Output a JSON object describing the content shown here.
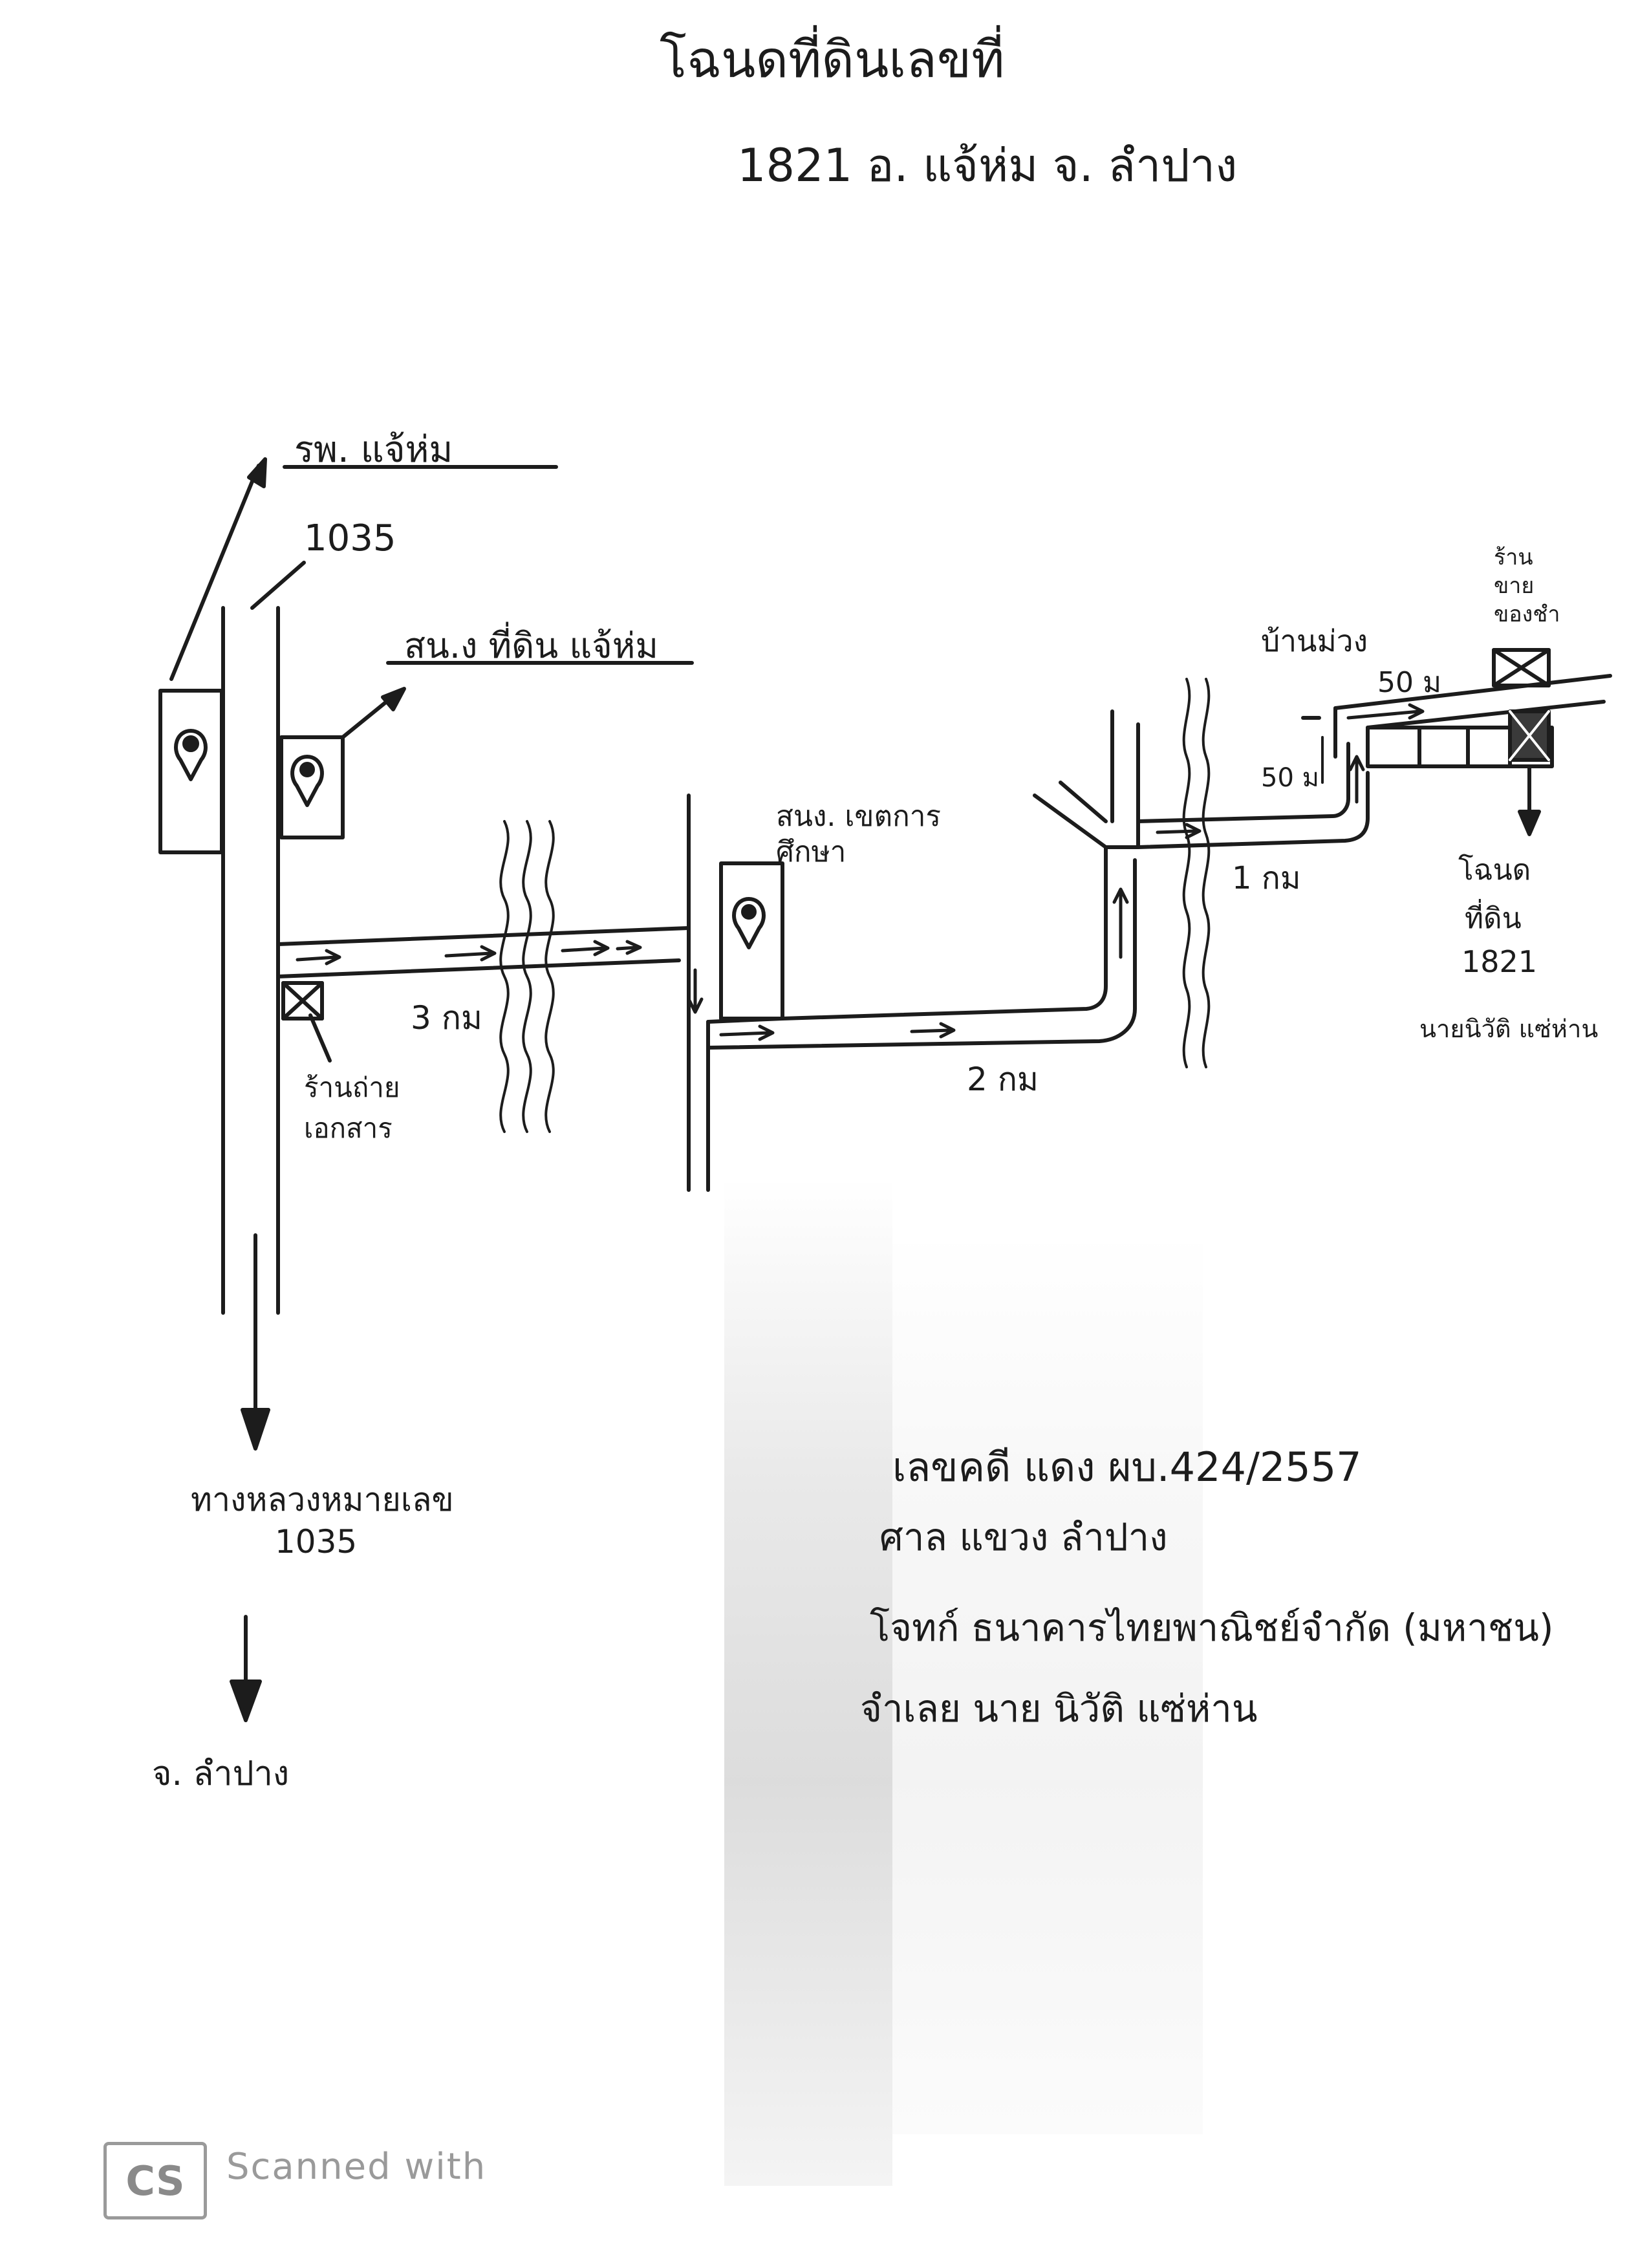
{
  "title": {
    "line1": "โฉนดที่ดินเลขที่",
    "line2": "1821 อ. แจ้ห่ม จ. ลำปาง"
  },
  "labels": {
    "hospital": "รพ. แจ้ห่ม",
    "route_number_top": "1035",
    "land_office": "สน.ง ที่ดิน แจ้ห่ม",
    "photocopy_shop": "ร้านถ่ายเอกสาร",
    "distance_3km": "3 กม",
    "education_office": "สนง. เขตการศึกษา",
    "distance_2km": "2 กม",
    "distance_1km": "1 กม",
    "ban_muang": "บ้านม่วง",
    "distance_50m_h": "50 ม",
    "distance_50m_v": "50 ม",
    "grocery_shop": "ร้านขายของชำ",
    "deed_target_1": "โฉนด",
    "deed_target_2": "ที่ดิน",
    "deed_target_3": "1821",
    "owner_name": "นายนิวัติ แซ่ห่าน",
    "highway_label_1": "ทางหลวงหมายเลข",
    "highway_label_2": "1035",
    "to_lampang": "จ. ลำปาง"
  },
  "case": {
    "line1": "เลขคดี แดง ผบ.424/2557",
    "line2": "ศาล แขวง ลำปาง",
    "line3": "โจทก์ ธนาคารไทยพาณิชย์จำกัด (มหาชน)",
    "line4": "จำเลย นาย นิวัติ แซ่ห่าน"
  },
  "watermark": {
    "logo": "CS",
    "text": "Scanned with"
  }
}
